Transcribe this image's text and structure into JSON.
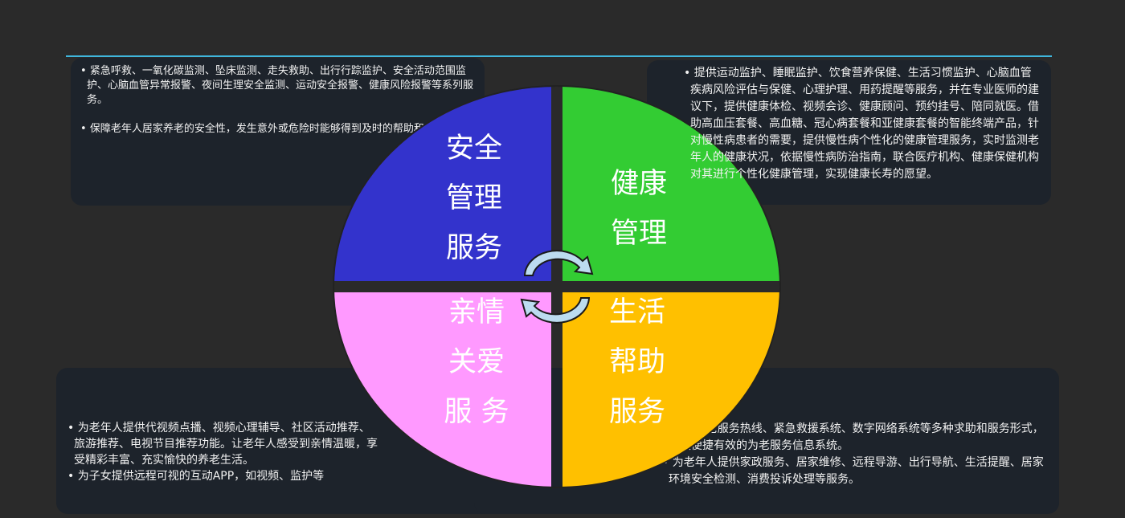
{
  "quadrants": [
    {
      "id": "safety",
      "title_lines": [
        "安全",
        "管理",
        "服务"
      ],
      "color": "#3333cc"
    },
    {
      "id": "health",
      "title_lines": [
        "健康",
        "管理"
      ],
      "color": "#33cc33"
    },
    {
      "id": "family",
      "title_lines": [
        "亲情",
        "关爱",
        "服 务"
      ],
      "color": "#ff99ff"
    },
    {
      "id": "life",
      "title_lines": [
        "生活",
        "帮助",
        "服务"
      ],
      "color": "#ffc000"
    }
  ],
  "panels": {
    "safety": [
      "紧急呼救、一氧化碳监测、坠床监测、走失救助、出行行踪监护、安全活动范围监护、心脑血管异常报警、夜间生理安全监测、运动安全报警、健康风险报警等系列服务。",
      "保障老年人居家养老的安全性，发生意外或危险时能够得到及时的帮助和救治。"
    ],
    "health": [
      "提供运动监护、睡眠监护、饮食营养保健、生活习惯监护、心脑血管疾病风险评估与保健、心理护理、用药提醒等服务，并在专业医师的建议下，提供健康体检、视频会诊、健康顾问、预约挂号、陪同就医。借助高血压套餐、高血糖、冠心病套餐和亚健康套餐的智能终端产品，针对慢性病患者的需要，提供慢性病个性化的健康管理服务，实时监测老年人的健康状况，依据慢性病防治指南，联合医疗机构、健康保健机构对其进行个性化健康管理，实现健康长寿的愿望。"
    ],
    "family": [
      "为老年人提供代视频点播、视频心理辅导、社区活动推荐、旅游推荐、电视节目推荐功能。让老年人感受到亲情温暖，享受精彩丰富、充实愉快的养老生活。",
      "为子女提供远程可视的互动APP，如视频、监护等"
    ],
    "life": [
      "建立为老服务热线、紧急救援系统、数字网络系统等多种求助和服务形式，建设便捷有效的为老服务信息系统。",
      "为老年人提供家政服务、居家维修、远程导游、出行导航、生活提醒、居家环境安全检测、消费投诉处理等服务。"
    ]
  },
  "colors": {
    "accent_line": "#3fb6dc",
    "arrows": "#bcdcf0",
    "background": "#2a2a2a",
    "panel": "#1d232b"
  }
}
